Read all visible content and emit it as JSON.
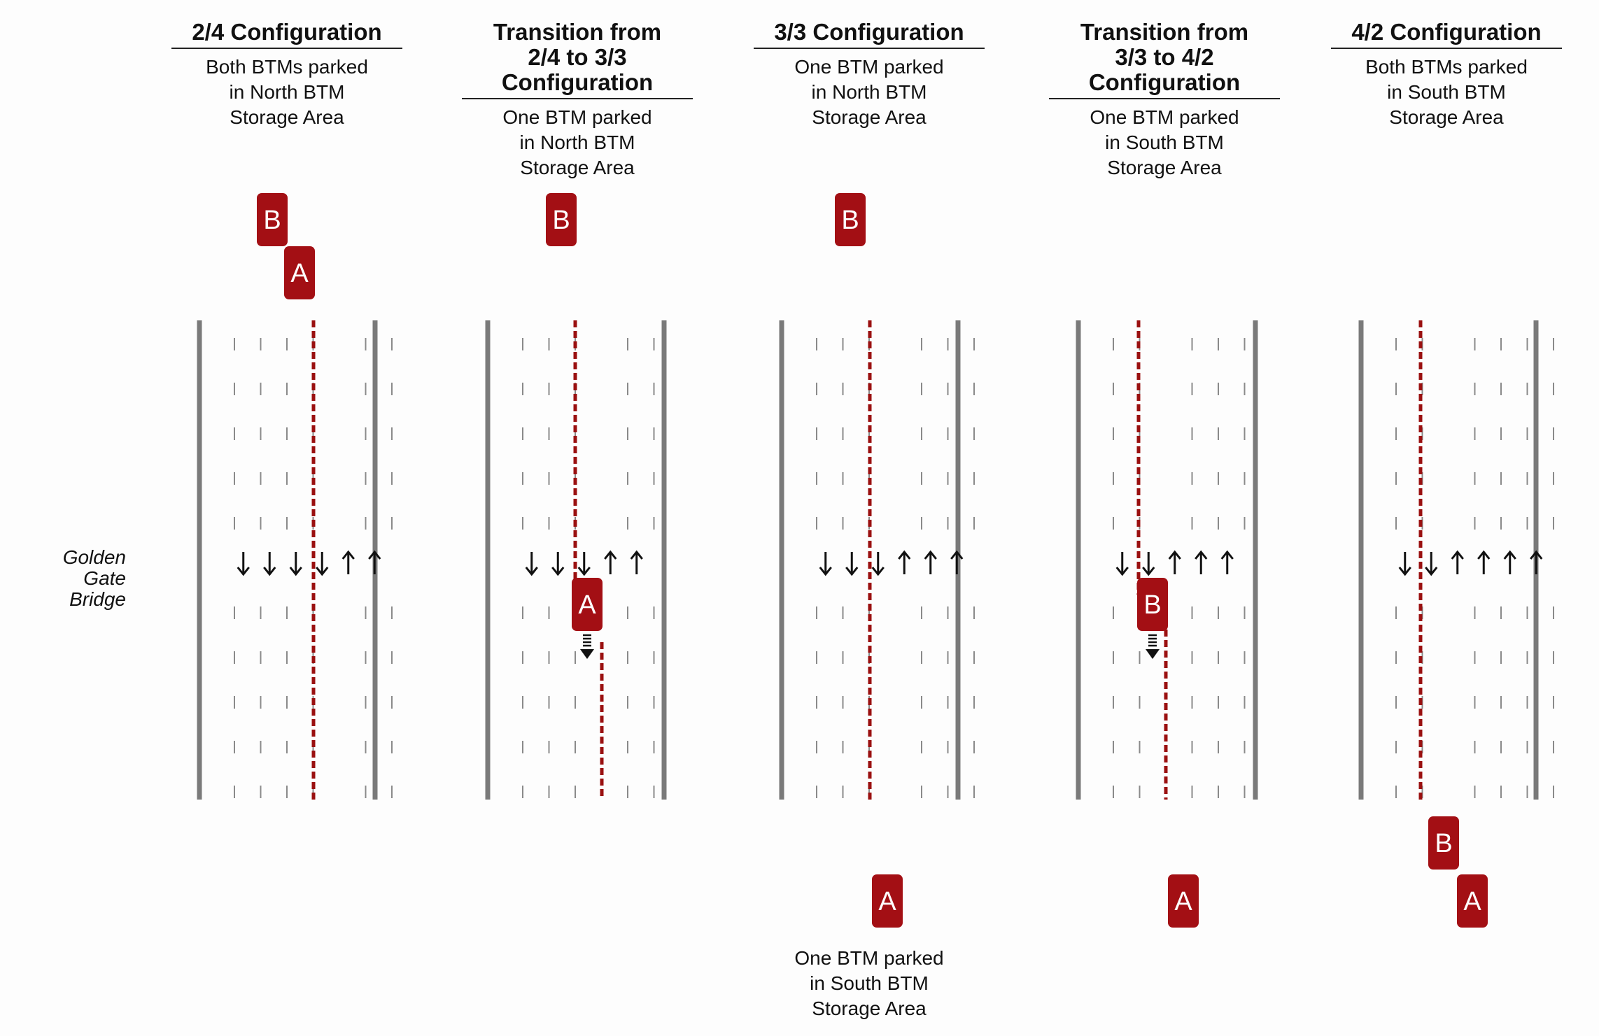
{
  "colors": {
    "edge": "#7a7a7a",
    "lane_tick": "#8a8a8a",
    "barrier": "#9a1010",
    "btm_fill": "#a30f14",
    "btm_text": "#ffffff",
    "arrow": "#111111"
  },
  "side_label": "Golden\n  Gate\nBridge",
  "columns": [
    {
      "title": "2/4 Configuration",
      "subtitle": "Both BTMs parked\nin North BTM\nStorage Area",
      "southbound_lanes": 4,
      "northbound_lanes": 2,
      "btms": [
        {
          "label": "B",
          "area": "north"
        },
        {
          "label": "A",
          "area": "north"
        }
      ]
    },
    {
      "title": "Transition from\n2/4  to 3/3\nConfiguration",
      "subtitle": "One BTM parked\nin North BTM\nStorage Area",
      "southbound_lanes": 3,
      "northbound_lanes": 2,
      "btms": [
        {
          "label": "B",
          "area": "north"
        },
        {
          "label": "A",
          "area": "on-bridge",
          "moving": true
        }
      ]
    },
    {
      "title": "3/3 Configuration",
      "subtitle": "One BTM parked\nin North BTM\nStorage Area",
      "southbound_lanes": 3,
      "northbound_lanes": 3,
      "btms": [
        {
          "label": "B",
          "area": "north"
        },
        {
          "label": "A",
          "area": "south"
        }
      ],
      "bottom_note": "One BTM parked\nin South BTM\nStorage Area"
    },
    {
      "title": "Transition from\n3/3  to 4/2\nConfiguration",
      "subtitle": "One BTM parked\nin South BTM\nStorage Area",
      "southbound_lanes": 2,
      "northbound_lanes": 3,
      "btms": [
        {
          "label": "B",
          "area": "on-bridge",
          "moving": true
        },
        {
          "label": "A",
          "area": "south"
        }
      ]
    },
    {
      "title": "4/2 Configuration",
      "subtitle": "Both BTMs parked\nin South BTM\nStorage Area",
      "southbound_lanes": 2,
      "northbound_lanes": 4,
      "btms": [
        {
          "label": "B",
          "area": "south"
        },
        {
          "label": "A",
          "area": "south"
        }
      ]
    }
  ]
}
